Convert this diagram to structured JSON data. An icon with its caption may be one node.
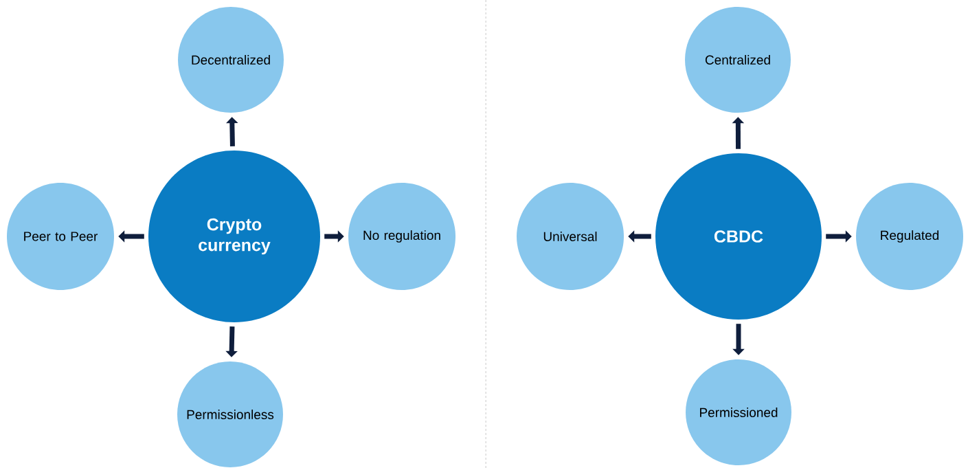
{
  "diagram": {
    "nodes": [
      {
        "text": [
          "Crypto currency"
        ]
      },
      {
        "text": [
          "Decentralized"
        ]
      },
      {
        "text": [
          "Peer to Peer"
        ]
      },
      {
        "text": [
          "No regulation"
        ]
      },
      {
        "text": [
          "Permissionless"
        ]
      },
      {
        "text": [
          "CBDC"
        ]
      },
      {
        "text": [
          "Centralized"
        ]
      },
      {
        "text": [
          "Universal"
        ]
      },
      {
        "text": [
          "Regulated"
        ]
      },
      {
        "text": [
          "Permissioned"
        ]
      }
    ],
    "edges": [
      {
        "from": 0,
        "to": 1,
        "arrow": "to"
      },
      {
        "from": 0,
        "to": 2,
        "arrow": "to"
      },
      {
        "from": 0,
        "to": 3,
        "arrow": "to"
      },
      {
        "from": 0,
        "to": 4,
        "arrow": "to"
      },
      {
        "from": 5,
        "to": 6,
        "arrow": "to"
      },
      {
        "from": 5,
        "to": 7,
        "arrow": "to"
      },
      {
        "from": 5,
        "to": 8,
        "arrow": "to"
      },
      {
        "from": 5,
        "to": 9,
        "arrow": "to"
      }
    ]
  }
}
